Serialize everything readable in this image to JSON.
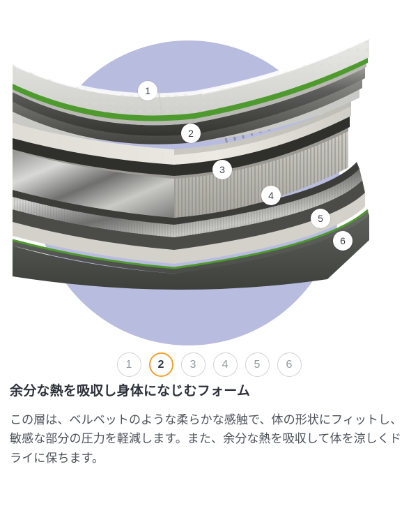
{
  "illustration": {
    "alt_name": "mattress-layer-cutaway",
    "background_circle_color": "#b8bcdf",
    "accent_piping_color": "#4e9a2f",
    "callouts": [
      {
        "number": "1",
        "layer": "quilted-top-cover"
      },
      {
        "number": "2",
        "layer": "charcoal-comfort-foam"
      },
      {
        "number": "3",
        "layer": "cream-transition-foam"
      },
      {
        "number": "4",
        "layer": "pocket-coil-support"
      },
      {
        "number": "5",
        "layer": "marbled-gel-layer"
      },
      {
        "number": "6",
        "layer": "base-foundation"
      }
    ]
  },
  "pager": {
    "active_index": 1,
    "active_color": "#f0a12c",
    "inactive_color": "#9497a0",
    "items": [
      {
        "label": "1"
      },
      {
        "label": "2"
      },
      {
        "label": "3"
      },
      {
        "label": "4"
      },
      {
        "label": "5"
      },
      {
        "label": "6"
      }
    ]
  },
  "content": {
    "title": "余分な熱を吸収し身体になじむフォーム",
    "description": "この層は、ベルベットのような柔らかな感触で、体の形状にフィットし、敏感な部分の圧力を軽減します。また、余分な熱を吸収して体を涼しくドライに保ちます。",
    "title_color": "#2b3039",
    "description_color": "#4c525b"
  }
}
